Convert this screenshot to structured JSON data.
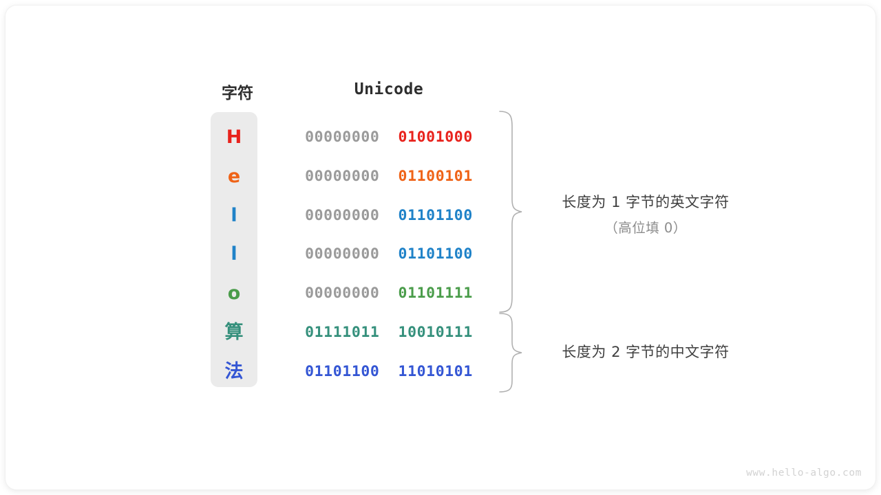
{
  "figure": {
    "title_char_column": "字符",
    "title_unicode_column": "Unicode",
    "watermark": "www.hello-algo.com",
    "colors": {
      "pill_background": "#ebebeb",
      "high_byte_gray": "#9a9a9a",
      "annotation_main": "#3f3f3f",
      "annotation_sub": "#8c8c8c",
      "watermark": "#d2d2d2",
      "brace_stroke": "#b0b0b0"
    },
    "rows": [
      {
        "char": "H",
        "char_color": "#e8221c",
        "high_byte": "00000000",
        "low_byte": "01001000",
        "low_color": "#e8221c"
      },
      {
        "char": "e",
        "char_color": "#ef6317",
        "high_byte": "00000000",
        "low_byte": "01100101",
        "low_color": "#ef6317"
      },
      {
        "char": "l",
        "char_color": "#1f82c8",
        "high_byte": "00000000",
        "low_byte": "01101100",
        "low_color": "#1f82c8"
      },
      {
        "char": "l",
        "char_color": "#1f82c8",
        "high_byte": "00000000",
        "low_byte": "01101100",
        "low_color": "#1f82c8"
      },
      {
        "char": "o",
        "char_color": "#4a9c4a",
        "high_byte": "00000000",
        "low_byte": "01101111",
        "low_color": "#4a9c4a"
      },
      {
        "char": "算",
        "char_color": "#35907c",
        "high_byte": "01111011",
        "low_byte": "10010111",
        "low_color": "#35907c",
        "high_color": "#35907c"
      },
      {
        "char": "法",
        "char_color": "#3456d4",
        "high_byte": "01101100",
        "low_byte": "11010101",
        "low_color": "#3456d4",
        "high_color": "#3456d4"
      }
    ],
    "annotations": [
      {
        "main": "长度为 1 字节的英文字符",
        "sub": "（高位填 0）"
      },
      {
        "main": "长度为 2 字节的中文字符",
        "sub": ""
      }
    ]
  }
}
